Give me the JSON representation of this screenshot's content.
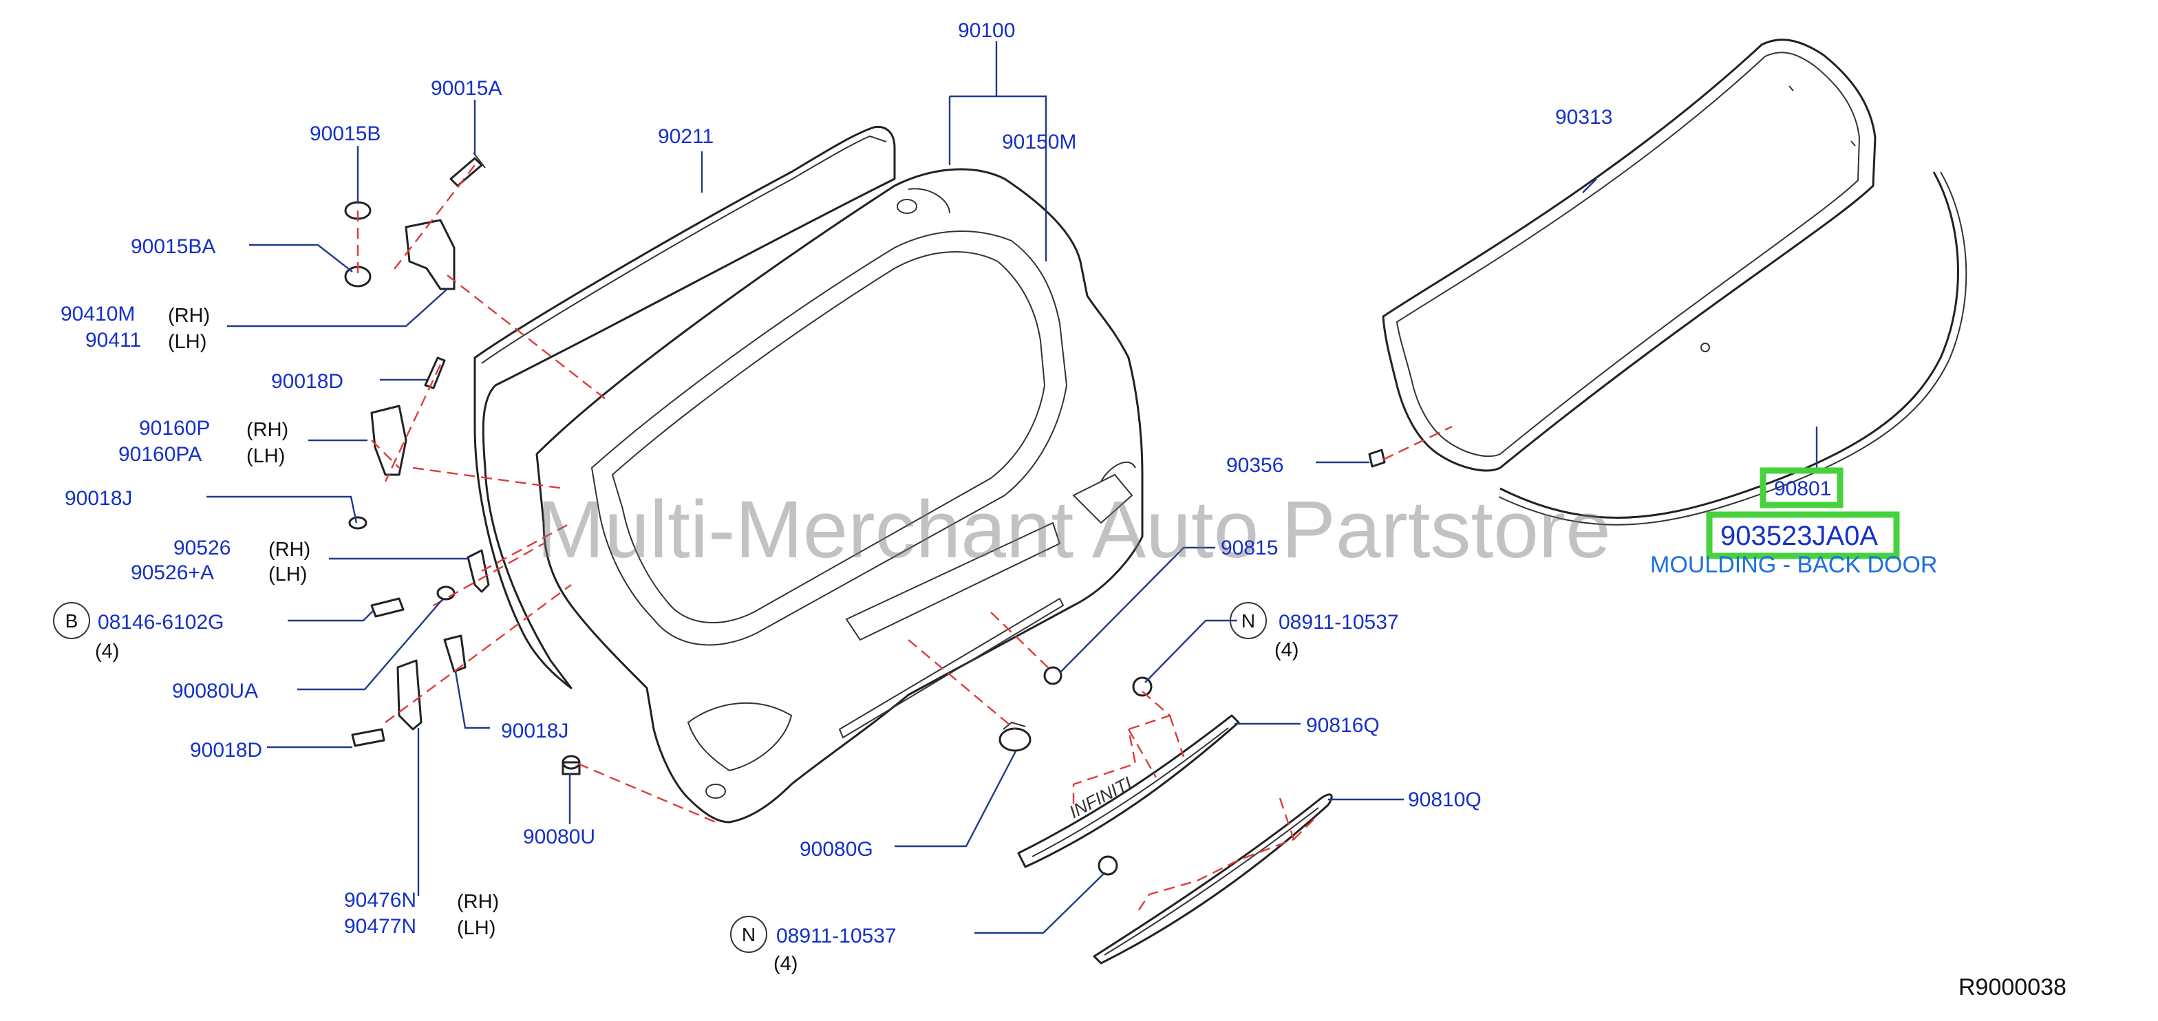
{
  "watermark": "Multi-Merchant Auto Partstore",
  "reference": "R9000038",
  "callouts": {
    "p90100": "90100",
    "p90211": "90211",
    "p90150M": "90150M",
    "p90313": "90313",
    "p90015A": "90015A",
    "p90015B": "90015B",
    "p90015BA": "90015BA",
    "p90410M": "90410M",
    "p90411": "90411",
    "p90018D_top": "90018D",
    "p90160P": "90160P",
    "p90160PA": "90160PA",
    "p90018J_left": "90018J",
    "p90526": "90526",
    "p90526A": "90526+A",
    "p08146": "08146-6102G",
    "p90080UA": "90080UA",
    "p90018J_mid": "90018J",
    "p90018D_bot": "90018D",
    "p90080U": "90080U",
    "p90476N": "90476N",
    "p90477N": "90477N",
    "p90080G": "90080G",
    "p90815": "90815",
    "p08911_top": "08911-10537",
    "p90816Q": "90816Q",
    "p90810Q": "90810Q",
    "p08911_bot": "08911-10537",
    "p90356": "90356"
  },
  "sides": {
    "rh": "(RH)",
    "lh": "(LH)"
  },
  "qty": "(4)",
  "circle_letters": {
    "b": "B",
    "n": "N"
  },
  "highlight": {
    "part_number": "90801",
    "catalog_number": "903523JA0A",
    "description": "MOULDING - BACK DOOR",
    "box_color": "#46d23c"
  },
  "emblem_text": "INFINITI"
}
